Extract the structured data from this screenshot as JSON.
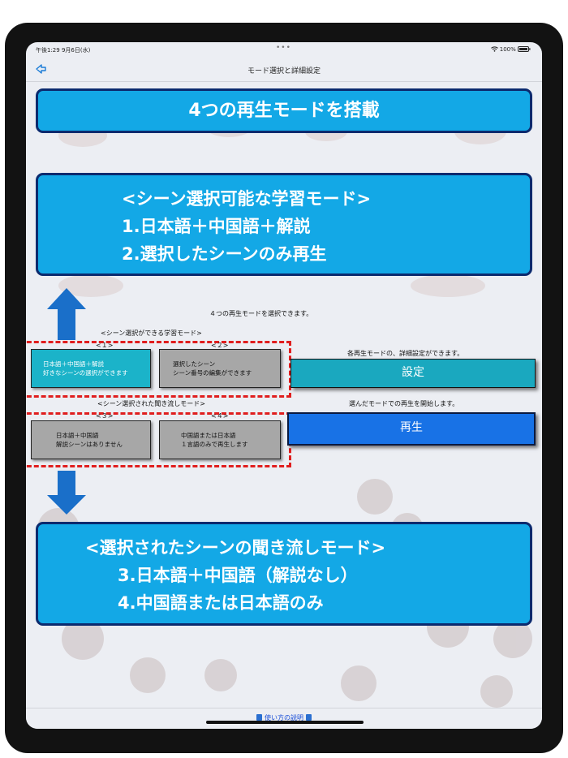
{
  "status_bar": {
    "time": "午後1:29  9月6日(水)",
    "dots": "•••",
    "battery": "100%"
  },
  "navbar": {
    "title": "モード選択と詳細設定"
  },
  "banner_top": {
    "text": "4つの再生モードを搭載"
  },
  "banner_learning": {
    "line1": "<シーン選択可能な学習モード>",
    "line2": "1.日本語＋中国語＋解説",
    "line3": "2.選択したシーンのみ再生"
  },
  "banner_listening": {
    "line1": "<選択されたシーンの聞き流しモード>",
    "line2": "3.日本語＋中国語（解説なし）",
    "line3": "4.中国語または日本語のみ"
  },
  "captions": {
    "select_four": "４つの再生モードを選択できます。",
    "learning_group": "<シーン選択ができる学習モード>",
    "listening_group": "<シーン選択された聞き流しモード>",
    "settings_hint": "各再生モードの、詳細設定ができます。",
    "play_hint": "選んだモードでの再生を開始します。"
  },
  "modes": [
    {
      "number": "<１>",
      "line1": "日本語＋中国語＋解説",
      "line2": "好きなシーンの選択ができます"
    },
    {
      "number": "<２>",
      "line1": "選択したシーン",
      "line2": "シーン番号の編集ができます"
    },
    {
      "number": "<３>",
      "line1": "日本語＋中国語",
      "line2": "解説シーンはありません"
    },
    {
      "number": "<４>",
      "line1": "中国語または日本語",
      "line2": "１言語のみで再生します"
    }
  ],
  "buttons": {
    "settings": "設定",
    "play": "再生"
  },
  "footer": {
    "howto": "使い方の説明"
  },
  "colors": {
    "banner": "#13a8e6",
    "banner_border": "#0b2a6e",
    "mode_selected": "#1bb3c9",
    "mode_unselected": "#a7a7a7",
    "settings_button": "#1aa8bf",
    "play_button": "#1872e6",
    "arrow": "#1a6fc9",
    "dash_border": "#e01e1e"
  },
  "icons": {
    "back": "back-arrow-icon",
    "up": "up-arrow-icon",
    "down": "down-arrow-icon",
    "book": "book-icon",
    "wifi": "wifi-icon",
    "battery": "battery-icon"
  }
}
